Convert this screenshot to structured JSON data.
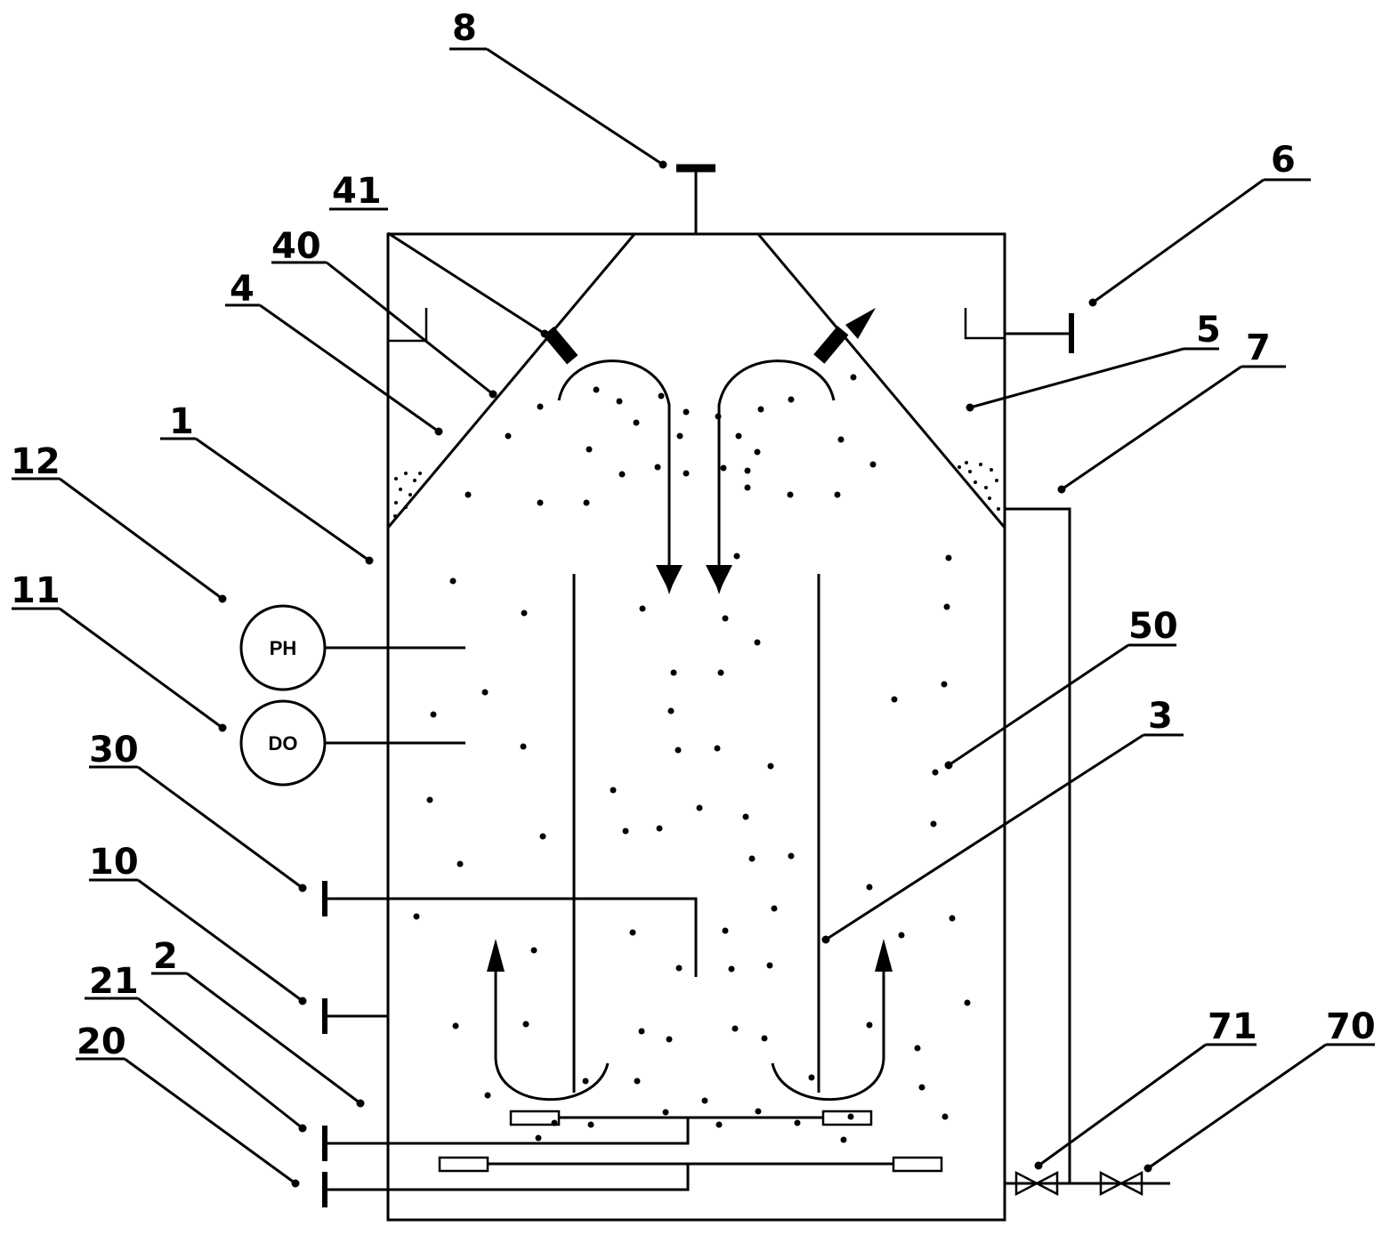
{
  "labels": {
    "l1": "1",
    "l2": "2",
    "l3": "3",
    "l4": "4",
    "l5": "5",
    "l6": "6",
    "l7": "7",
    "l8": "8",
    "l10": "10",
    "l11": "11",
    "l12": "12",
    "l20": "20",
    "l21": "21",
    "l30": "30",
    "l40": "40",
    "l41": "41",
    "l50": "50",
    "l70": "70",
    "l71": "71"
  },
  "sensors": {
    "ph": "PH",
    "do": "DO"
  }
}
